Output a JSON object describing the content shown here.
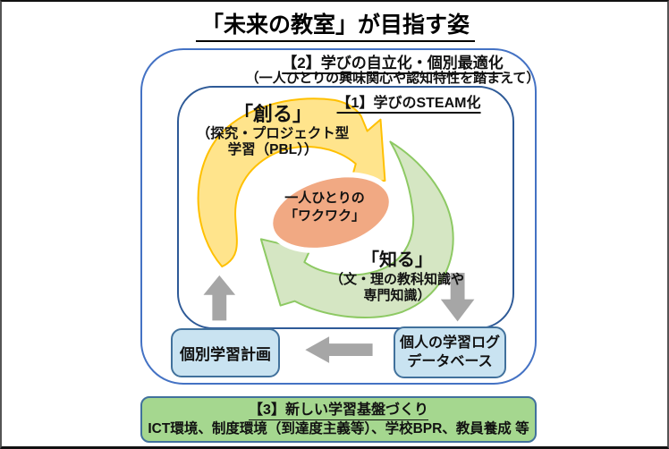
{
  "title": "「未来の教室」が目指す姿",
  "section2": {
    "heading": "【2】学びの自立化・個別最適化",
    "subheading": "（一人ひとりの興味関心や認知特性を踏まえて）"
  },
  "section1": {
    "heading": "【1】学びのSTEAM化",
    "create": {
      "title": "「創る」",
      "sub1": "（探究・プロジェクト型",
      "sub2": "学習（PBL））"
    },
    "center": {
      "line1": "一人ひとりの",
      "line2": "「ワクワク」"
    },
    "know": {
      "title": "「知る」",
      "sub1": "（文・理の教科知識や",
      "sub2": "専門知識）"
    }
  },
  "boxes": {
    "plan": "個別学習計画",
    "log_line1": "個人の学習ログ",
    "log_line2": "データベース"
  },
  "foundation": {
    "heading": "【3】新しい学習基盤づくり",
    "body": "ICT環境、制度環境（到達度主義等）、学校BPR、教員養成 等"
  },
  "icons": {
    "create_cycle": "yellow-curved-arrow-clockwise",
    "know_cycle": "green-curved-arrow-clockwise",
    "up": "gray-up-arrow",
    "down": "gray-down-arrow",
    "left": "gray-left-arrow"
  },
  "colors": {
    "outer_border": "#4472C4",
    "inner_border": "#2E5A97",
    "create_fill": "#FFE48C",
    "create_stroke": "#FFC000",
    "know_fill": "#D5E6C3",
    "know_stroke": "#8DC963",
    "center_fill": "#F1A983",
    "gray_arrow": "#A6A6A6",
    "box_fill": "#C9E3F1",
    "box_border": "#41719C",
    "foundation_fill": "#A5D78F"
  }
}
